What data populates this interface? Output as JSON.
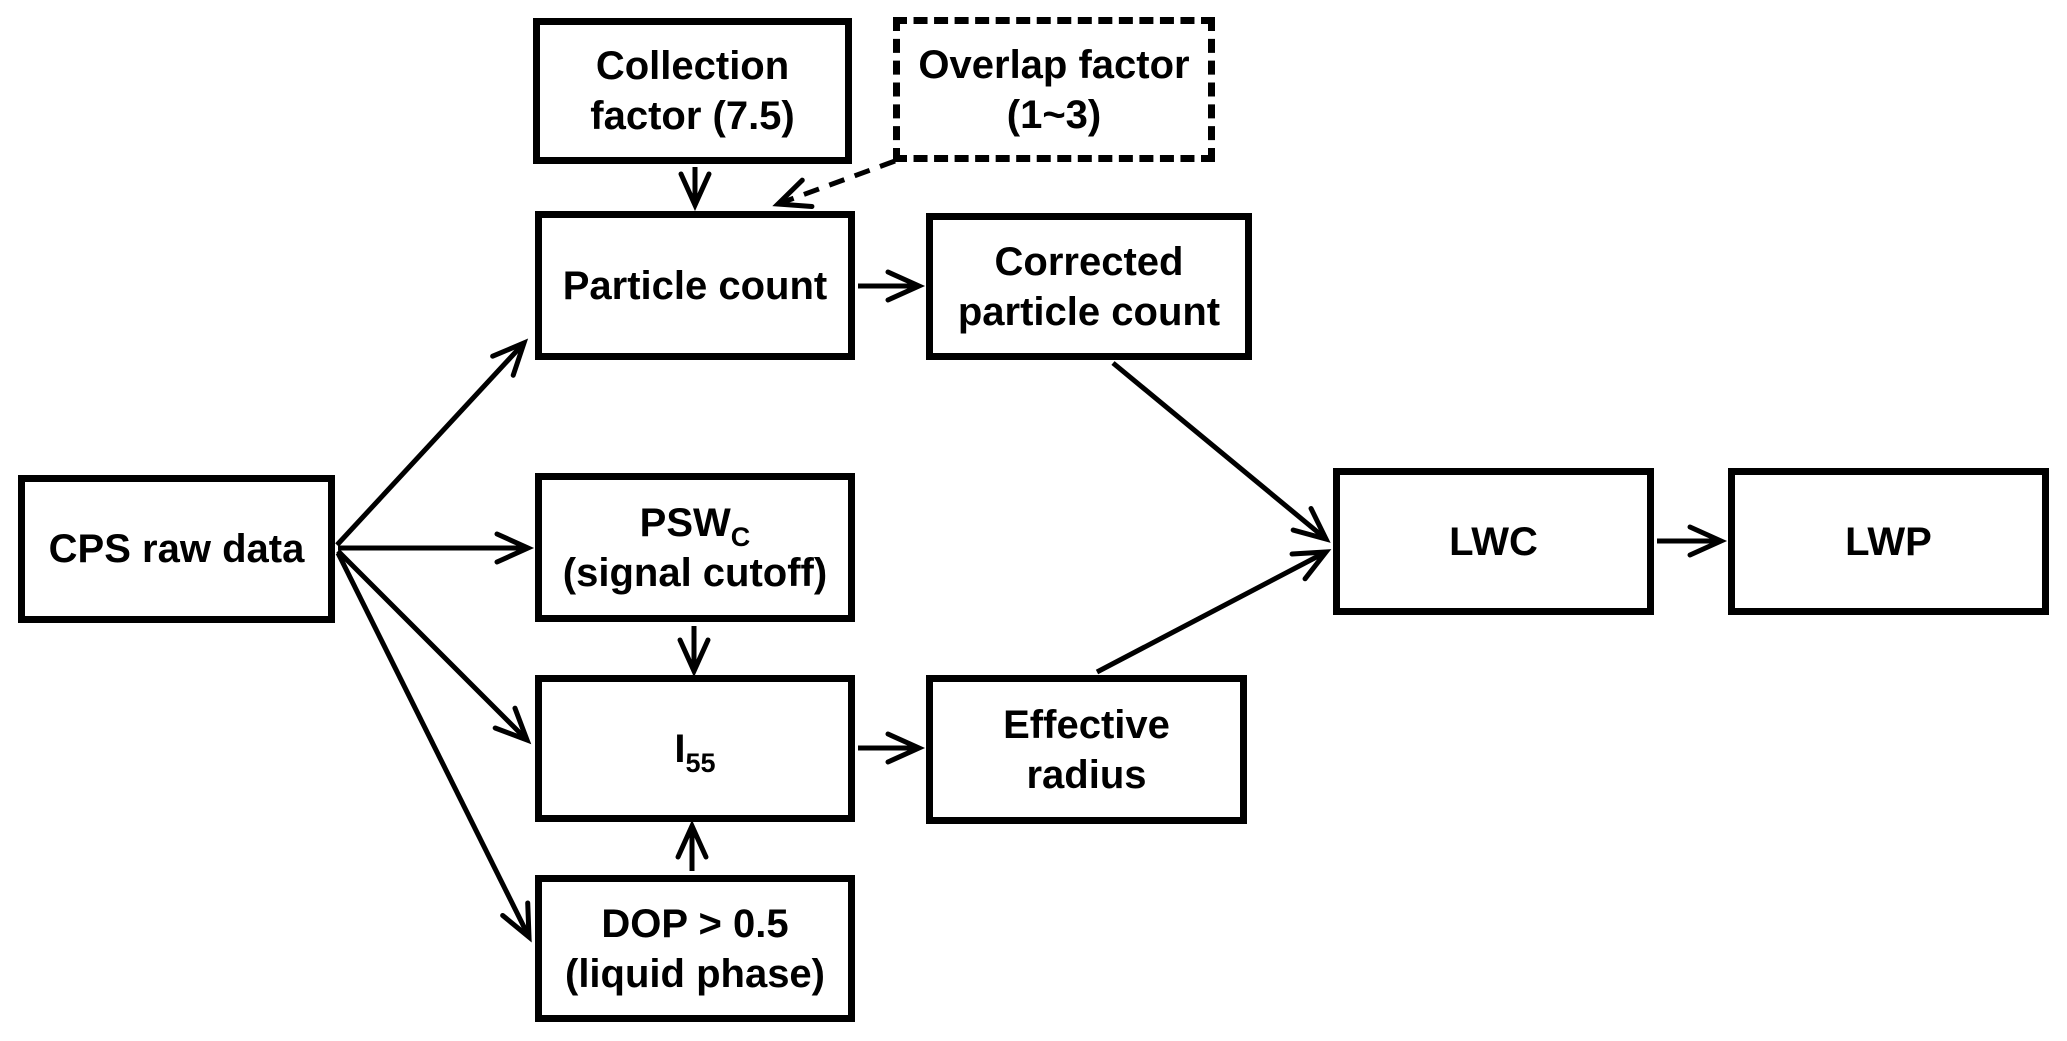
{
  "nodes": {
    "collection": {
      "lines": [
        "Collection",
        "factor (7.5)"
      ]
    },
    "overlap": {
      "lines": [
        "Overlap factor",
        "(1~3)"
      ]
    },
    "particle": {
      "lines": [
        "Particle count"
      ]
    },
    "corrected": {
      "lines": [
        "Corrected",
        "particle count"
      ]
    },
    "cps": {
      "lines": [
        "CPS raw data"
      ]
    },
    "psw": {
      "main": "PSW",
      "sub": "C",
      "line2": "(signal cutoff)"
    },
    "i55": {
      "main": "I",
      "sub": "55"
    },
    "effective": {
      "lines": [
        "Effective",
        "radius"
      ]
    },
    "dop": {
      "lines": [
        "DOP > 0.5",
        "(liquid phase)"
      ]
    },
    "lwc": {
      "lines": [
        "LWC"
      ]
    },
    "lwp": {
      "lines": [
        "LWP"
      ]
    }
  },
  "edges": [
    {
      "from": "collection",
      "to": "particle",
      "style": "solid"
    },
    {
      "from": "overlap",
      "to": "particle",
      "style": "dashed"
    },
    {
      "from": "particle",
      "to": "corrected",
      "style": "solid"
    },
    {
      "from": "cps",
      "to": "particle",
      "style": "solid"
    },
    {
      "from": "cps",
      "to": "psw",
      "style": "solid"
    },
    {
      "from": "cps",
      "to": "i55",
      "style": "solid"
    },
    {
      "from": "cps",
      "to": "dop",
      "style": "solid"
    },
    {
      "from": "psw",
      "to": "i55",
      "style": "solid"
    },
    {
      "from": "dop",
      "to": "i55",
      "style": "solid"
    },
    {
      "from": "i55",
      "to": "effective",
      "style": "solid"
    },
    {
      "from": "corrected",
      "to": "lwc",
      "style": "solid"
    },
    {
      "from": "effective",
      "to": "lwc",
      "style": "solid"
    },
    {
      "from": "lwc",
      "to": "lwp",
      "style": "solid"
    }
  ],
  "colors": {
    "stroke": "#000000",
    "background": "#ffffff"
  }
}
